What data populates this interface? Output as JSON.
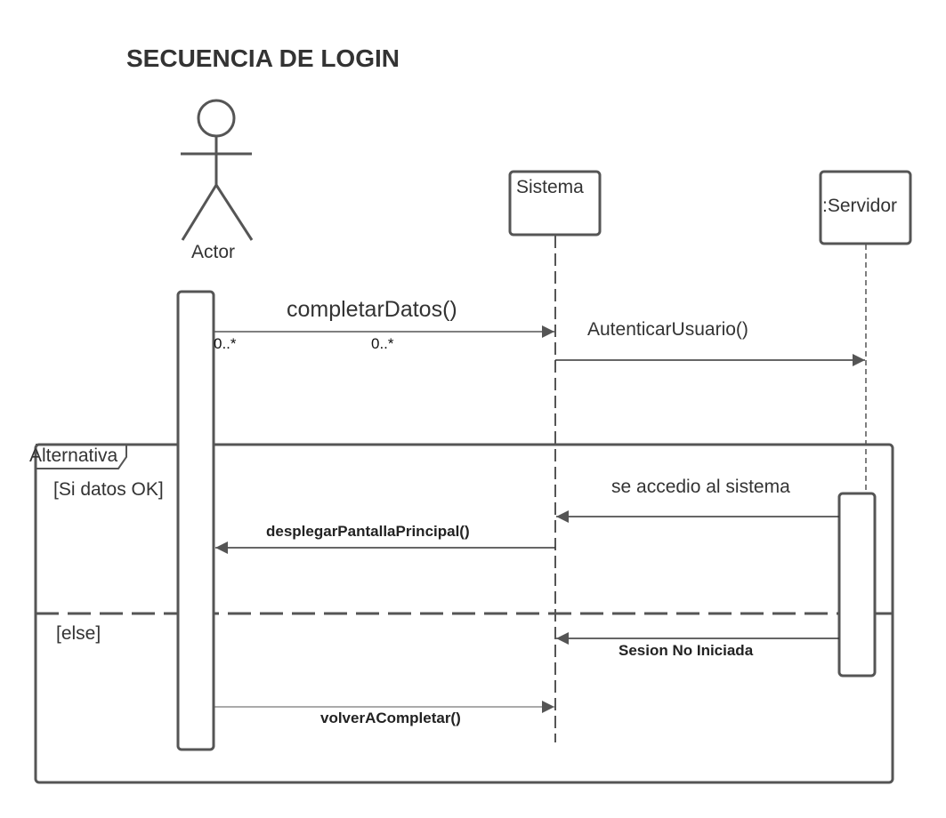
{
  "diagram": {
    "title": "SECUENCIA DE LOGIN",
    "participants": {
      "actor": "Actor",
      "sistema": "Sistema",
      "servidor": ":Servidor"
    },
    "messages": {
      "completar_datos": "completarDatos()",
      "autenticar_usuario": "AutenticarUsuario()",
      "se_accedio": "se accedio al sistema",
      "desplegar": "desplegarPantallaPrincipal()",
      "sesion_no_iniciada": "Sesion No Iniciada",
      "volver_a_completar": "volverACompletar()"
    },
    "multiplicity": {
      "source": "0..*",
      "target": "0..*"
    },
    "fragment": {
      "operator": "Alternativa",
      "guard_1": "[Si datos OK]",
      "guard_2": "[else]"
    },
    "colors": {
      "line": "#555555",
      "text": "#333333"
    }
  }
}
